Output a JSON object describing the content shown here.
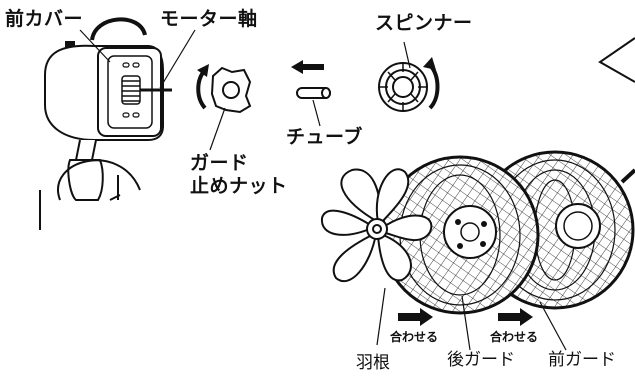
{
  "labels": {
    "front_cover": "前カバー",
    "motor_shaft": "モーター軸",
    "spinner": "スピンナー",
    "tube": "チューブ",
    "guard_nut_line1": "ガード",
    "guard_nut_line2": "止めナット",
    "blade": "羽根",
    "rear_guard": "後ガード",
    "front_guard": "前ガード",
    "align_1": "合わせる",
    "align_2": "合わせる"
  },
  "colors": {
    "line": "#111111",
    "background": "#ffffff"
  },
  "icons": [
    "rotate-left-arrow-icon",
    "rotate-right-arrow-icon",
    "left-arrow-icon",
    "right-arrow-icon"
  ]
}
